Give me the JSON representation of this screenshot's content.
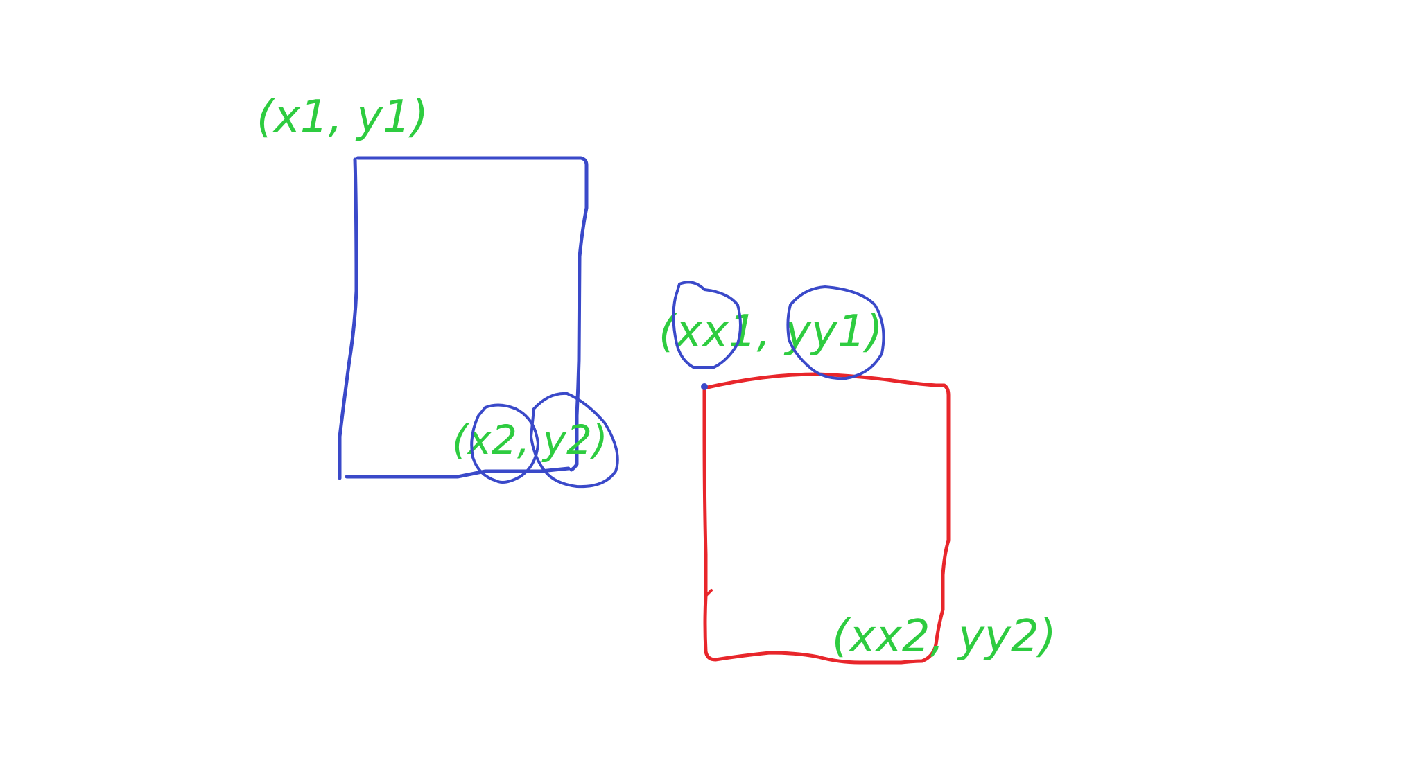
{
  "canvas": {
    "background": "#ffffff"
  },
  "colors": {
    "box_a": "#3a49c9",
    "box_b": "#e8262b",
    "labels": "#2ecc40",
    "circles": "#3a49c9"
  },
  "box_a": {
    "top_left_label": "(x1, y1)",
    "bottom_right_label": "(x2, y2)"
  },
  "box_b": {
    "top_left_label": "(xx1, yy1)",
    "bottom_right_label": "(xx2, yy2)"
  }
}
